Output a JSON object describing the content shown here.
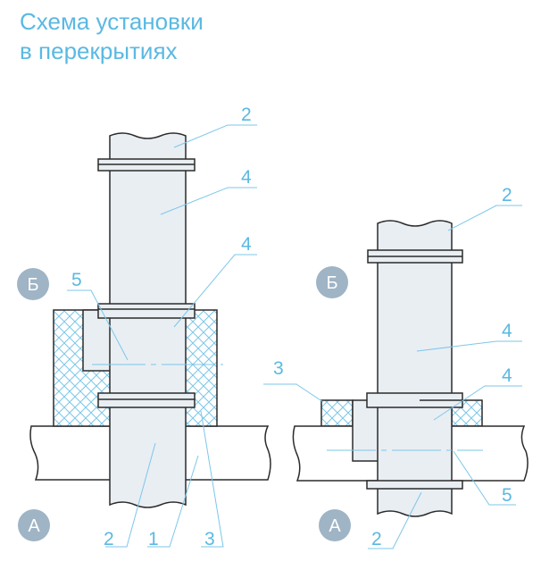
{
  "title": {
    "line1": "Схема установки",
    "line2": "в перекрытиях"
  },
  "colors": {
    "accent": "#5ab9e2",
    "badge": "#9fb4c5",
    "pipe": "#e9eef3",
    "outline": "#2b2b2b"
  },
  "left": {
    "badge_top": "Б",
    "badge_bottom": "А",
    "labels": {
      "pipe_top": "2",
      "clamp_top": "4",
      "clamp_mid": "4",
      "sleeve": "5",
      "pipe_bottom": "2",
      "slab": "1",
      "insulation": "3"
    }
  },
  "right": {
    "badge_top": "Б",
    "badge_bottom": "А",
    "labels": {
      "pipe_top": "2",
      "clamp_upper": "4",
      "clamp_mid": "4",
      "insulation": "3",
      "sleeve": "5",
      "pipe_bottom": "2"
    }
  }
}
